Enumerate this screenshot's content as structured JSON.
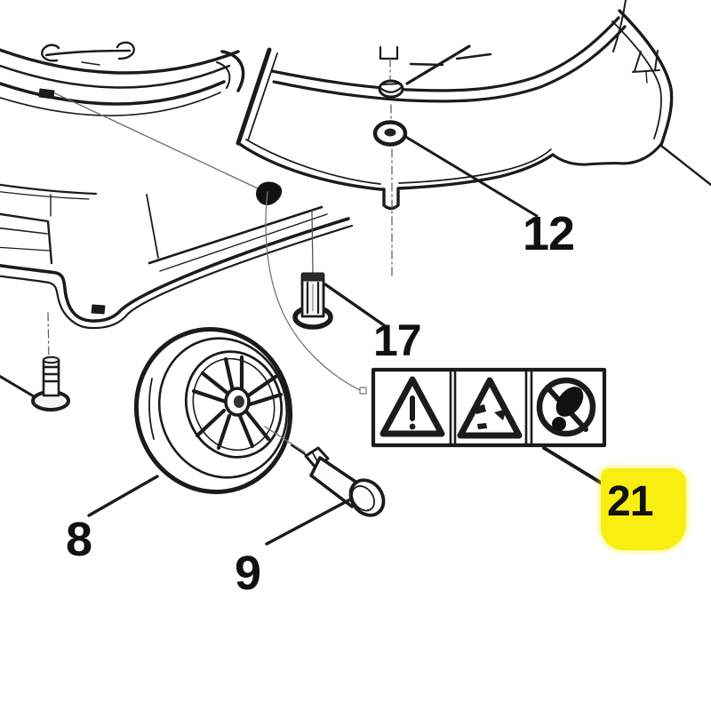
{
  "page": {
    "background_color": "#ffffff",
    "line_color": "#1b1b1b",
    "highlight_color": "#F8EE12"
  },
  "diagram": {
    "type": "exploded-parts-diagram",
    "subject": "lawn mower deck assembly with wheel, bolts, washer and warning decal",
    "callouts": {
      "part12": {
        "label": "12",
        "highlighted": false
      },
      "part17": {
        "label": "17",
        "highlighted": false
      },
      "part8": {
        "label": "8",
        "highlighted": false
      },
      "part9": {
        "label": "9",
        "highlighted": false
      },
      "part21": {
        "label": "21",
        "highlighted": true
      }
    },
    "warning_label": {
      "cells": [
        {
          "icon": "warning-exclamation-triangle-icon"
        },
        {
          "icon": "warning-thrown-objects-triangle-icon"
        },
        {
          "icon": "no-step-prohibition-icon"
        }
      ]
    }
  }
}
